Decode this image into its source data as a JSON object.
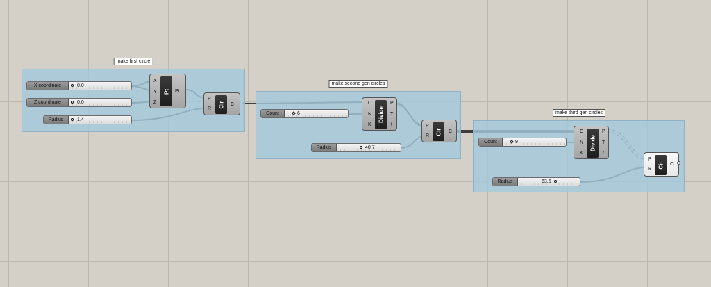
{
  "groups": [
    {
      "label": "make first circle"
    },
    {
      "label": "make second gen circles"
    },
    {
      "label": "make third gen circles"
    }
  ],
  "sliders": {
    "x": {
      "label": "X coordinate",
      "value": "0.0"
    },
    "z": {
      "label": "Z coordinate",
      "value": "0.0"
    },
    "r1": {
      "label": "Radius",
      "value": "1.4"
    },
    "count2": {
      "label": "Count",
      "value": "6"
    },
    "r2": {
      "label": "Radius",
      "value": "40.7"
    },
    "count3": {
      "label": "Count",
      "value": "9"
    },
    "r3": {
      "label": "Radius",
      "value": "63.6"
    }
  },
  "components": {
    "pt": {
      "name": "Pt",
      "inputs": [
        "X",
        "Y",
        "Z"
      ],
      "outputs": [
        "Pt"
      ]
    },
    "cir": {
      "name": "Cir",
      "inputs": [
        "P",
        "R"
      ],
      "outputs": [
        "C"
      ]
    },
    "divide": {
      "name": "Divide",
      "inputs": [
        "C",
        "N",
        "K"
      ],
      "outputs": [
        "P",
        "T",
        "t"
      ]
    }
  }
}
